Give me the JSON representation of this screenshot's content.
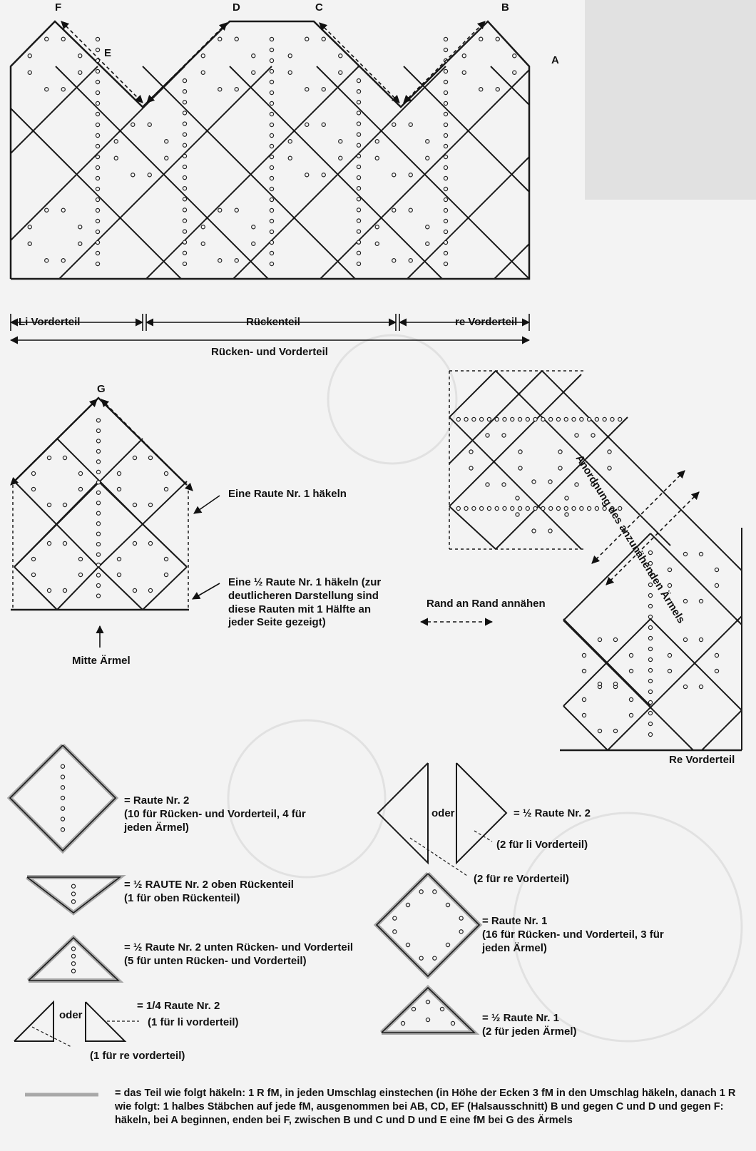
{
  "points": {
    "F": "F",
    "E": "E",
    "D": "D",
    "C": "C",
    "B": "B",
    "A": "A",
    "G": "G"
  },
  "body_labels": {
    "left_front": "Li Vorderteil",
    "back": "Rückenteil",
    "right_front": "re Vorderteil",
    "back_and_front": "Rücken- und Vorderteil"
  },
  "sleeve_labels": {
    "motif1": "Eine Raute Nr. 1 häkeln",
    "half_motif1": "Eine ½ Raute Nr. 1 häkeln (zur deutlicheren Darstellung sind diese Rauten mit 1 Hälfte an jeder Seite gezeigt)",
    "mid_sleeve": "Mitte Ärmel"
  },
  "assembly_labels": {
    "arrangement": "Anordnung des anzunähenden Ärmels",
    "sew_edges": "Rand an Rand annähen",
    "right_front": "Re Vorderteil"
  },
  "legend": {
    "raute2": {
      "name": "= Raute Nr. 2",
      "detail": "(10 für Rücken- und Vorderteil, 4 für jeden Ärmel)"
    },
    "half_raute2_back_top": {
      "name": "= ½ RAUTE Nr. 2 oben Rückenteil",
      "detail": "(1 für oben Rückenteil)"
    },
    "half_raute2_bottom": {
      "name": "= ½ Raute Nr. 2 unten Rücken- und Vorderteil",
      "detail": "(5 für unten Rücken- und Vorderteil)"
    },
    "quarter_raute2": {
      "oder": "oder",
      "name": "= 1/4 Raute Nr. 2",
      "left": "(1 für li vorderteil)",
      "right": "(1 für re vorderteil)"
    },
    "half_raute2_side": {
      "oder": "oder",
      "name": "= ½ Raute Nr. 2",
      "left": "(2 für li Vorderteil)",
      "right": "(2 für re Vorderteil)"
    },
    "raute1": {
      "name": "= Raute Nr. 1",
      "detail": "(16 für Rücken- und Vorderteil, 3 für jeden Ärmel)"
    },
    "half_raute1": {
      "name": "= ½ Raute Nr. 1",
      "detail": "(2 für jeden Ärmel)"
    }
  },
  "footer_text": "= das Teil wie folgt häkeln: 1 R fM, in jeden Umschlag einstechen (in Höhe der Ecken 3 fM in den Umschlag häkeln, danach 1 R wie folgt: 1 halbes Stäbchen auf jede fM,  ausgenommen bei AB, CD, EF (Halsausschnitt) B und gegen C und D und gegen F: häkeln, bei A beginnen, enden bei F, zwischen B und C und D und E eine fM bei G des Ärmels",
  "colors": {
    "line": "#1a1a1a",
    "border": "#a8a8a8",
    "background": "#f3f3f3"
  }
}
